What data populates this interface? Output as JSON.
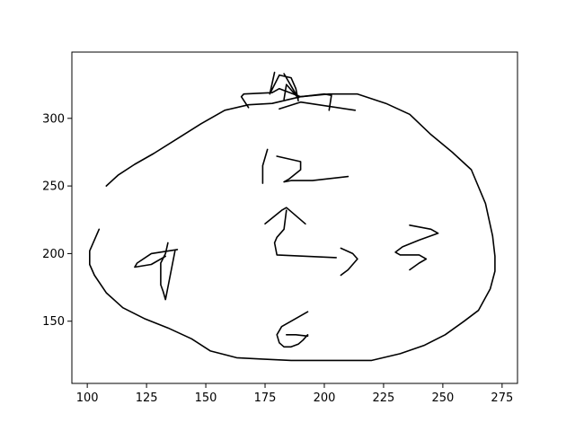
{
  "chart_data": {
    "type": "line",
    "title": "",
    "xlabel": "",
    "ylabel": "",
    "xlim": [
      93.5,
      281.5
    ],
    "ylim": [
      104,
      349
    ],
    "x_ticks": [
      100,
      125,
      150,
      175,
      200,
      225,
      250,
      275
    ],
    "y_ticks": [
      150,
      200,
      250,
      300
    ],
    "grid": false,
    "legend": "none",
    "line_color": "#000000",
    "series": [
      {
        "x": [
          105,
          101,
          101,
          103,
          108,
          115,
          124,
          134,
          144,
          152,
          163,
          174,
          186,
          198,
          210,
          220,
          232,
          242,
          251,
          259,
          265,
          270,
          272,
          272,
          271,
          268,
          262,
          254,
          245,
          236,
          226,
          214,
          202,
          190,
          178,
          168,
          158,
          148,
          138,
          128,
          120,
          113,
          108
        ],
        "y": [
          218,
          202,
          192,
          184,
          171,
          160,
          152,
          145,
          137,
          128,
          123,
          122,
          121,
          121,
          121,
          121,
          126,
          132,
          140,
          150,
          158,
          174,
          187,
          198,
          213,
          237,
          262,
          275,
          288,
          303,
          311,
          318,
          318,
          316,
          311,
          310,
          306,
          296,
          285,
          274,
          266,
          258,
          250
        ]
      },
      {
        "x": [
          168,
          165,
          166,
          178,
          181,
          187,
          190
        ],
        "y": [
          308,
          316,
          318,
          319,
          322,
          318,
          316
        ]
      },
      {
        "x": [
          190,
          200,
          203,
          202
        ],
        "y": [
          316,
          318,
          317,
          306
        ]
      },
      {
        "x": [
          181,
          190,
          213
        ],
        "y": [
          307,
          312,
          306
        ]
      },
      {
        "x": [
          179,
          177,
          181,
          186,
          188,
          189
        ],
        "y": [
          334,
          318,
          332,
          330,
          322,
          313
        ]
      },
      {
        "x": [
          183,
          186,
          189,
          184,
          183
        ],
        "y": [
          333,
          324,
          315,
          325,
          314
        ]
      },
      {
        "x": [
          176,
          174,
          174
        ],
        "y": [
          277,
          265,
          252
        ]
      },
      {
        "x": [
          180,
          190,
          190,
          185,
          183,
          186,
          195,
          210
        ],
        "y": [
          272,
          268,
          262,
          255,
          253,
          254,
          254,
          257
        ]
      },
      {
        "x": [
          175,
          182,
          184,
          188,
          192
        ],
        "y": [
          222,
          232,
          234,
          228,
          222
        ]
      },
      {
        "x": [
          184,
          183,
          180,
          179,
          180,
          205
        ],
        "y": [
          232,
          218,
          212,
          208,
          199,
          197
        ]
      },
      {
        "x": [
          207,
          212,
          214,
          210,
          207
        ],
        "y": [
          204,
          200,
          196,
          188,
          184
        ]
      },
      {
        "x": [
          236,
          245,
          248,
          240,
          233,
          230,
          232,
          240,
          243,
          240,
          236
        ],
        "y": [
          221,
          218,
          215,
          210,
          205,
          201,
          199,
          199,
          196,
          193,
          188
        ]
      },
      {
        "x": [
          134,
          133,
          131,
          131,
          132,
          133,
          137
        ],
        "y": [
          208,
          200,
          193,
          177,
          172,
          166,
          202
        ]
      },
      {
        "x": [
          138,
          127,
          121,
          120,
          127,
          133
        ],
        "y": [
          203,
          200,
          193,
          190,
          192,
          198
        ]
      },
      {
        "x": [
          193,
          187,
          182,
          180,
          181,
          183,
          186,
          189,
          191,
          193,
          193,
          188,
          184
        ],
        "y": [
          157,
          151,
          146,
          140,
          134,
          131,
          131,
          133,
          136,
          140,
          139,
          140,
          140
        ]
      }
    ]
  }
}
